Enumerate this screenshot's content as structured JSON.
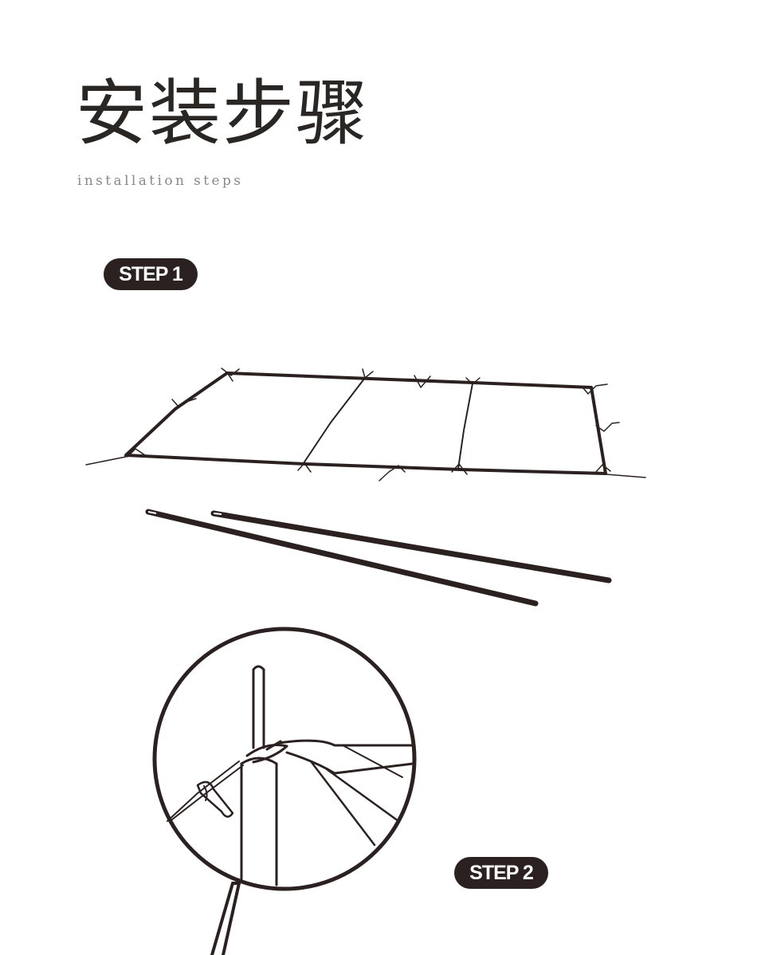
{
  "page": {
    "title": "安装步骤",
    "subtitle": "installation steps"
  },
  "steps": [
    {
      "label": "STEP 1"
    },
    {
      "label": "STEP 2"
    }
  ],
  "colors": {
    "ink": "#2b2120",
    "background": "#ffffff",
    "subtitle": "#8a8a8a"
  }
}
